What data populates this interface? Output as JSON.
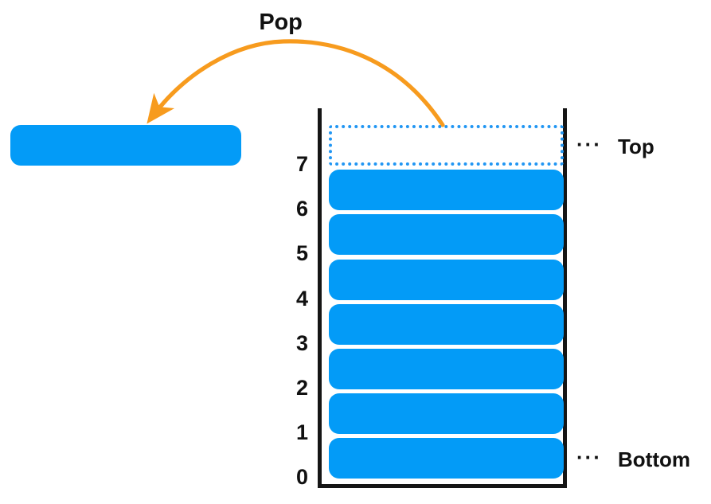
{
  "diagram": {
    "title_label": "Pop",
    "top_label": "Top",
    "bottom_label": "Bottom",
    "ellipsis": "···",
    "colors": {
      "element_blue": "#039BF7",
      "dotted_blue": "#2196F3",
      "arrow_orange": "#F79B1E",
      "border_black": "#151515",
      "text_black": "#111111",
      "background": "#FFFFFF"
    },
    "popped_element": {
      "label": ""
    },
    "stack": {
      "capacity": 8,
      "top_index": 6,
      "slots": [
        {
          "index": "7",
          "state": "empty"
        },
        {
          "index": "6",
          "state": "filled"
        },
        {
          "index": "5",
          "state": "filled"
        },
        {
          "index": "4",
          "state": "filled"
        },
        {
          "index": "3",
          "state": "filled"
        },
        {
          "index": "2",
          "state": "filled"
        },
        {
          "index": "1",
          "state": "filled"
        },
        {
          "index": "0",
          "state": "filled"
        }
      ]
    },
    "arrow": {
      "label": "Pop",
      "from": "stack-top-slot",
      "to": "popped-element"
    }
  }
}
